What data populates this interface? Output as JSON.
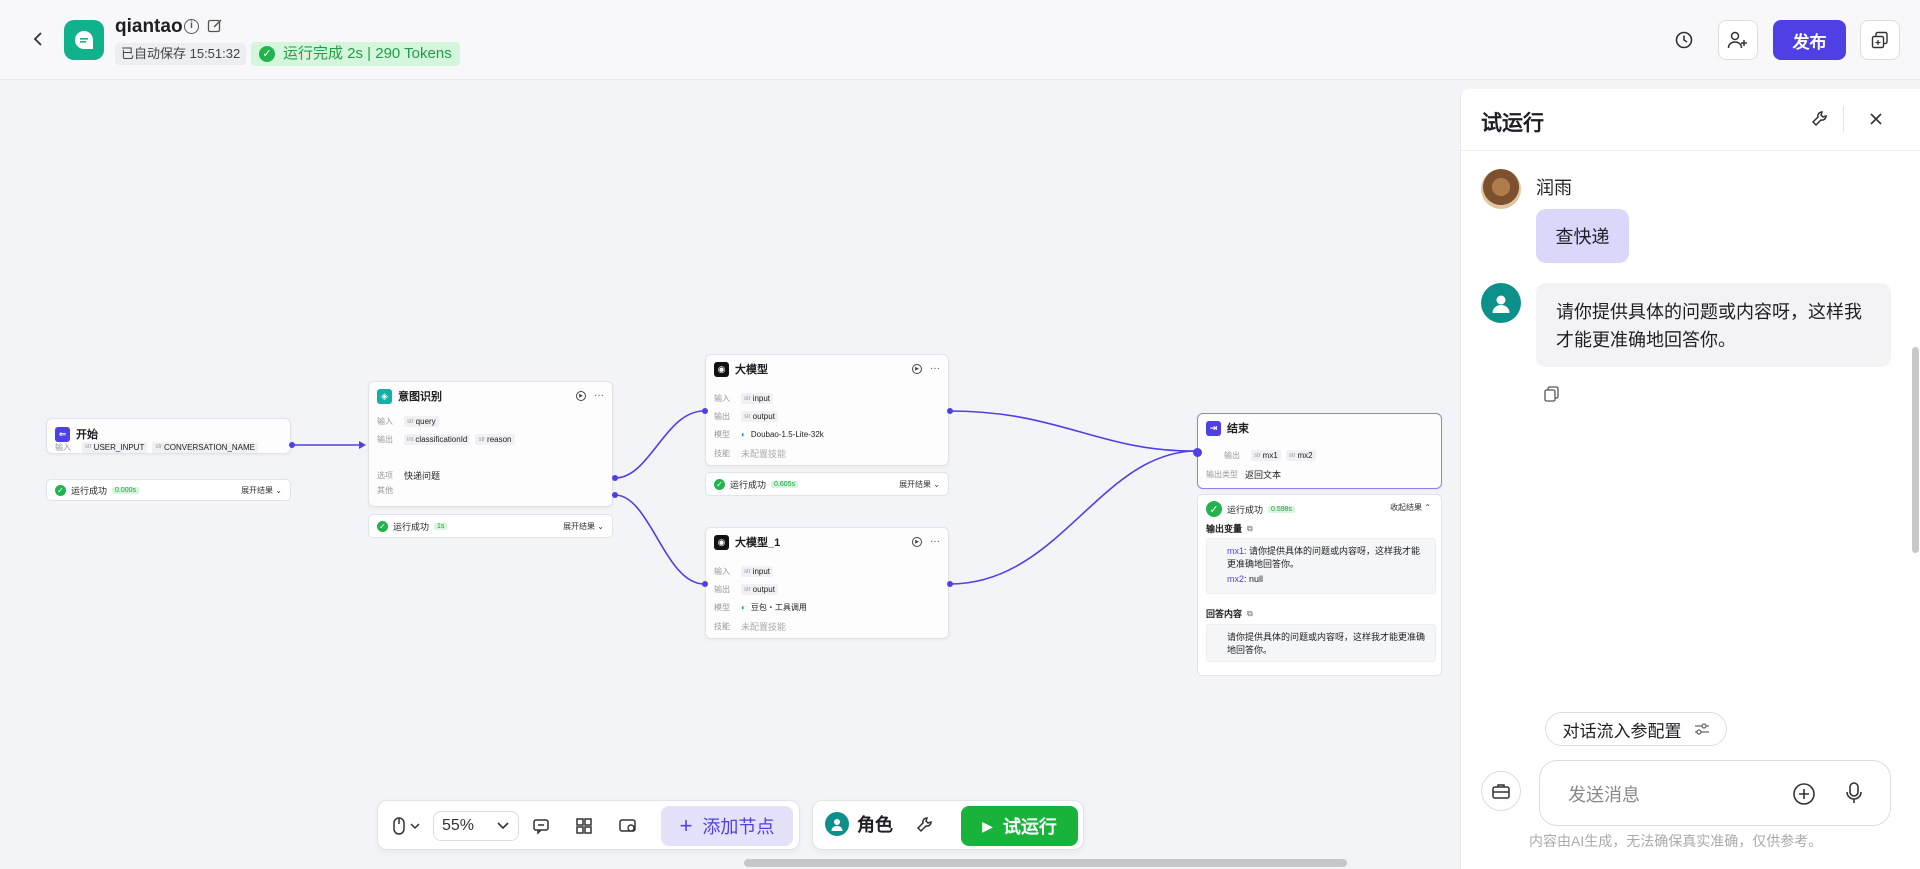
{
  "header": {
    "app_name": "qiantao",
    "autosave": "已自动保存 15:51:32",
    "run_status": "运行完成 2s | 290 Tokens",
    "publish_label": "发布"
  },
  "colors": {
    "accent": "#4e40e5",
    "success": "#17b33b",
    "brand": "#0fb28a"
  },
  "nodes": {
    "start": {
      "title": "开始",
      "input_label": "输入",
      "inputs": [
        "USER_INPUT",
        "CONVERSATION_NAME"
      ],
      "status": "运行成功",
      "time": "0.000s",
      "expand": "展开结果"
    },
    "intent": {
      "title": "意图识别",
      "input_label": "输入",
      "input": "query",
      "output_label": "输出",
      "outputs": [
        "classificationId",
        "reason"
      ],
      "option_label": "选项",
      "option_value": "快递问题",
      "other_label": "其他",
      "status": "运行成功",
      "time": "1s",
      "expand": "展开结果"
    },
    "llm1": {
      "title": "大模型",
      "input_label": "输入",
      "input": "input",
      "output_label": "输出",
      "output": "output",
      "model_label": "模型",
      "model": "Doubao-1.5-Lite-32k",
      "skill_label": "技能",
      "skill": "未配置技能",
      "status": "运行成功",
      "time": "0.605s",
      "expand": "展开结果"
    },
    "llm2": {
      "title": "大模型_1",
      "input_label": "输入",
      "input": "input",
      "output_label": "输出",
      "output": "output",
      "model_label": "模型",
      "model": "豆包・工具调用",
      "skill_label": "技能",
      "skill": "未配置技能"
    },
    "end": {
      "title": "结束",
      "output_label": "输出",
      "outputs": [
        "mx1",
        "mx2"
      ],
      "type_label": "输出类型",
      "type": "返回文本",
      "status": "运行成功",
      "time": "0.598s",
      "collapse": "收起结果",
      "out_var_title": "输出变量",
      "mx1_key": "mx1",
      "mx1_val": ": 请你提供具体的问题或内容呀，这样我才能更准确地回答你。",
      "mx2_key": "mx2",
      "mx2_val": ": null",
      "answer_title": "回答内容",
      "answer": "请你提供具体的问题或内容呀，这样我才能更准确地回答你。"
    }
  },
  "toolbar": {
    "zoom": "55%",
    "add_node": "添加节点",
    "role": "角色",
    "trial_run": "试运行"
  },
  "trial_panel": {
    "title": "试运行",
    "user_name": "润雨",
    "user_message": "查快递",
    "bot_reply": "请你提供具体的问题或内容呀，这样我才能更准确地回答你。",
    "config_label": "对话流入参配置",
    "input_placeholder": "发送消息",
    "footnote": "内容由AI生成，无法确保真实准确，仅供参考。"
  }
}
